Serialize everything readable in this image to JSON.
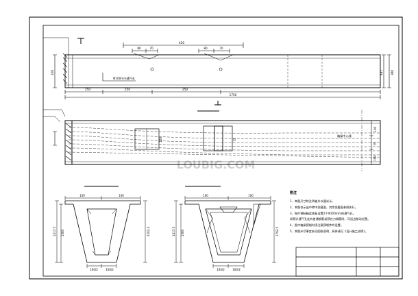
{
  "drawing": {
    "top_view": {
      "dim_450": "450",
      "dim_80": "80",
      "dim_70": "70",
      "dim_80b": "80",
      "dim_70b": "70",
      "dim_left_vertical": "320",
      "dim_right_vertical_a": "487",
      "dim_right_vertical_b": "300",
      "vent_label": "Φ100mm通气孔",
      "dim_250a": "250",
      "dim_250b": "250",
      "dim_250c": "250",
      "dim_total": "1750"
    },
    "side_view": {
      "center_label": "箱梁中心线",
      "dim_a": "120",
      "dim_b": "75",
      "dim_c": "150",
      "dim_d": "120",
      "dim_e": "75"
    },
    "section_left": {
      "top_a": "100",
      "top_b": "100",
      "height_a": "1417.5",
      "height_b": "1300",
      "height_c": "2202.4",
      "bottom_a": "100/2",
      "bottom_b": "100/2"
    },
    "section_right": {
      "top_a": "100",
      "top_b": "100",
      "height_a": "1417.5",
      "height_b": "1300",
      "height_c": "1792.5",
      "bottom_a": "100/2",
      "bottom_b": "100/2"
    },
    "notes": {
      "title": "附注",
      "items": [
        "1、本图尺寸除注明者外以厘米计。",
        "2、本图仅示出中跨中梁截面，其余梁截面参照执行。",
        "3、每片预制箱梁底板设置2个Φ100mm的通气孔。",
        "   如预计通气孔处有普通钢筋或预应力钢筋时，可适当移动位置。",
        "4、图中箱梁预制时须注意预埋件的设置。",
        "5、本图未尽事宜参见图纸说明，具体请见《设计施工说明》。"
      ]
    },
    "watermark": "LOUBIG.COM"
  }
}
